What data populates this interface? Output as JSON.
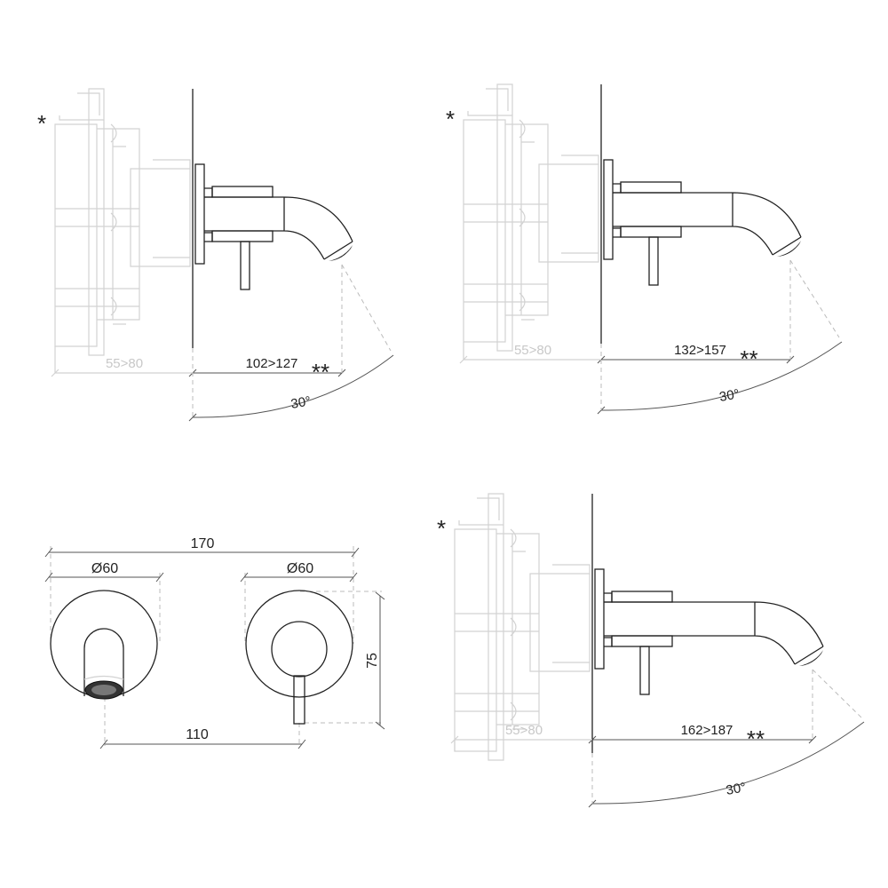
{
  "side_views": [
    {
      "note": "*",
      "rough_in_dim": "55>80",
      "projection_dim": "102>127",
      "projection_note": "**",
      "angle": "30°"
    },
    {
      "note": "*",
      "rough_in_dim": "55>80",
      "projection_dim": "132>157",
      "projection_note": "**",
      "angle": "30°"
    },
    {
      "note": "*",
      "rough_in_dim": "55>80",
      "projection_dim": "162>187",
      "projection_note": "**",
      "angle": "30°"
    }
  ],
  "front_view": {
    "overall_width": "170",
    "spout_plate_diameter": "Ø60",
    "mixer_plate_diameter": "Ø60",
    "height": "75",
    "centre_distance": "110"
  }
}
